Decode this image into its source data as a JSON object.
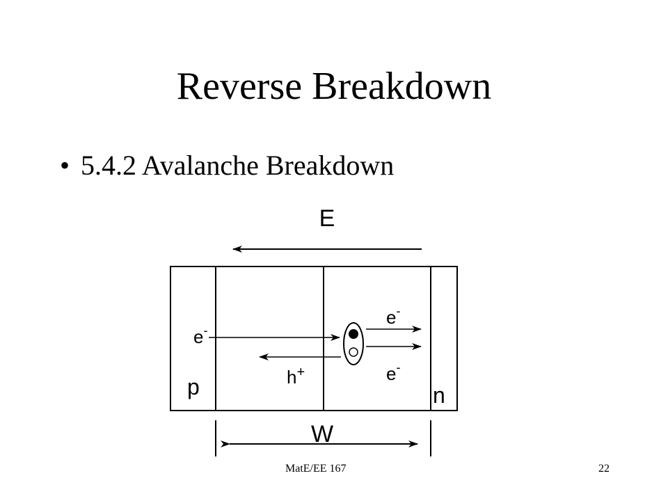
{
  "slide": {
    "title": "Reverse Breakdown",
    "bullet_symbol": "•",
    "bullet_text": "5.4.2 Avalanche Breakdown"
  },
  "diagram": {
    "field_label": "E",
    "electron_label": "e",
    "charge_minus": "-",
    "hole_label": "h",
    "charge_plus": "+",
    "p_label": "p",
    "n_label": "n",
    "width_label": "W"
  },
  "footer": {
    "course": "MatE/EE 167",
    "page_number": "22"
  }
}
